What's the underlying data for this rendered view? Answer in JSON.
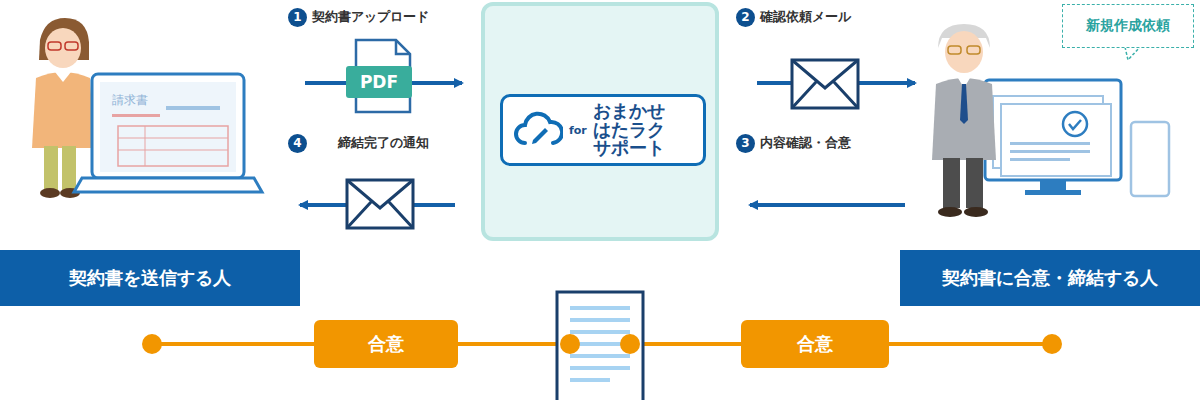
{
  "diagram": {
    "nodes": [
      {
        "text": [
          "契約書を送信する人"
        ]
      },
      {
        "text": [
          "for",
          "おまかせ はたラク サポート"
        ]
      },
      {
        "text": [
          "契約書に合意・締結する人"
        ]
      },
      {
        "text": [
          "新規作成依頼"
        ]
      },
      {
        "text": [
          "合意"
        ]
      },
      {
        "text": [
          "合意"
        ]
      }
    ],
    "labels": [
      "1",
      "契約書アップロード",
      "PDF",
      "2",
      "確認依頼メール",
      "3",
      "内容確認・合意",
      "4",
      "締結完了の通知",
      "請求書"
    ]
  }
}
